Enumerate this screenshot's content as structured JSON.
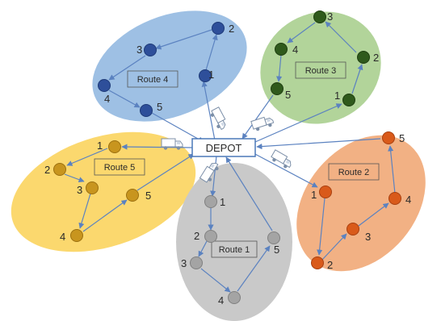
{
  "depot": {
    "label": "DEPOT",
    "box_stroke": "#4a78b8"
  },
  "colors": {
    "edge": "#5b82c0"
  },
  "routes": [
    {
      "id": "route-4",
      "label": "Route 4",
      "region_fill": "#9ec0e4",
      "node_fill": "#2e4f9a",
      "node_stroke": "#1e3a78",
      "nodes": [
        "1",
        "2",
        "3",
        "4",
        "5"
      ]
    },
    {
      "id": "route-3",
      "label": "Route 3",
      "region_fill": "#b2d49a",
      "node_fill": "#2f5a1c",
      "node_stroke": "#1e3e10",
      "nodes": [
        "1",
        "2",
        "3",
        "4",
        "5"
      ]
    },
    {
      "id": "route-5",
      "label": "Route 5",
      "region_fill": "#fbd86e",
      "node_fill": "#c8951e",
      "node_stroke": "#9c7010",
      "nodes": [
        "1",
        "2",
        "3",
        "4",
        "5"
      ]
    },
    {
      "id": "route-2",
      "label": "Route 2",
      "region_fill": "#f2b184",
      "node_fill": "#d95a1a",
      "node_stroke": "#a84010",
      "nodes": [
        "1",
        "2",
        "3",
        "4",
        "5"
      ]
    },
    {
      "id": "route-1",
      "label": "Route 1",
      "region_fill": "#c9c9c9",
      "node_fill": "#a4a4a4",
      "node_stroke": "#808080",
      "nodes": [
        "1",
        "2",
        "3",
        "4",
        "5"
      ]
    }
  ]
}
